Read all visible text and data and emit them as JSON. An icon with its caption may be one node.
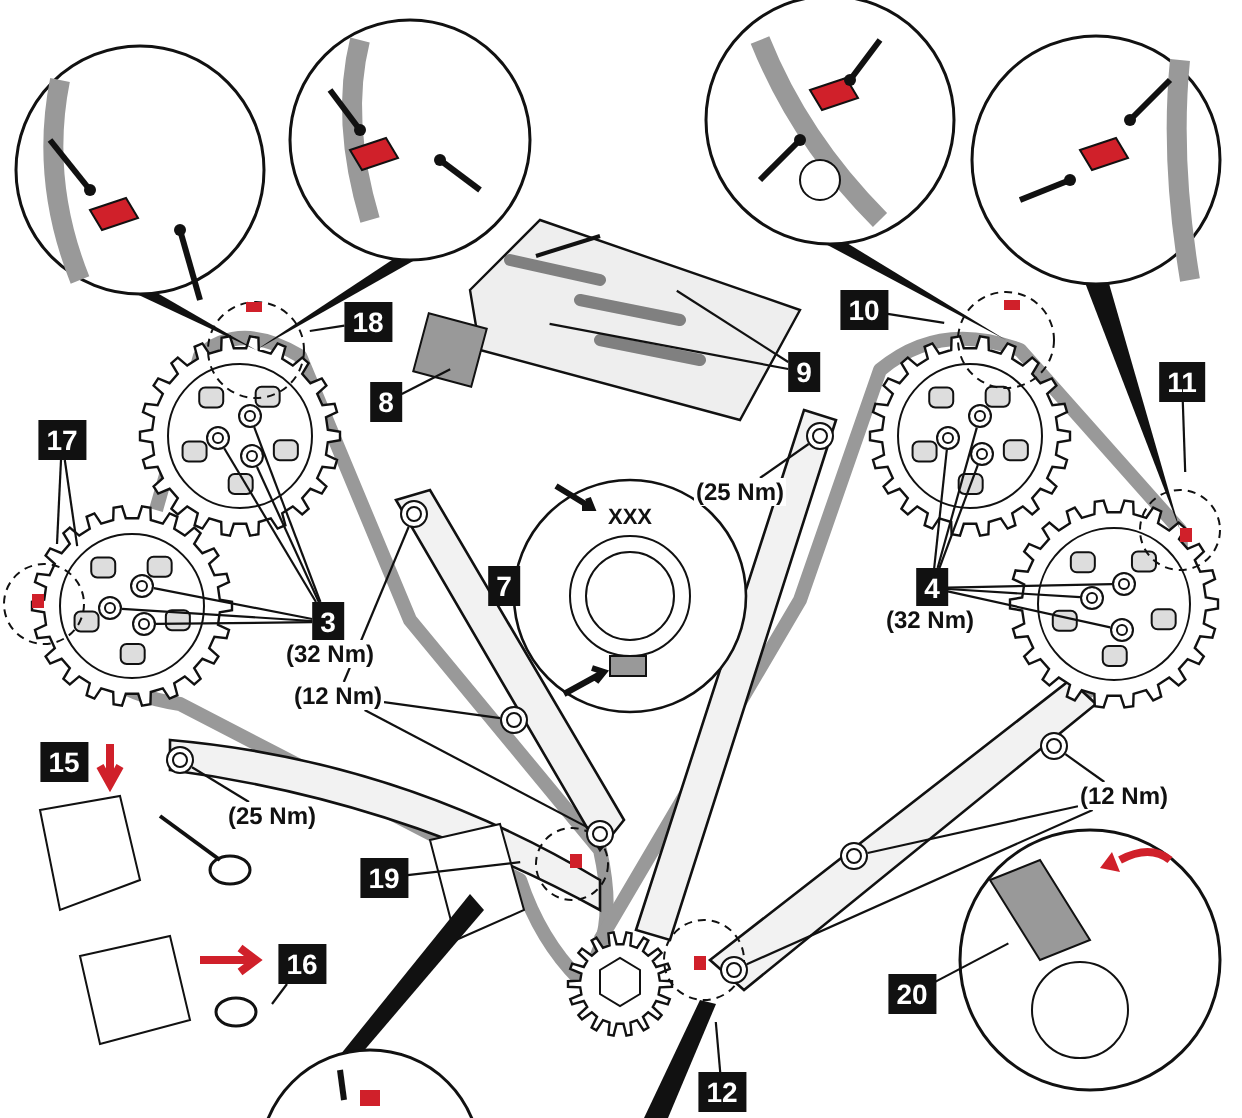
{
  "diagram": {
    "nodes": [
      {
        "text": [
          "18"
        ]
      },
      {
        "text": [
          "8"
        ]
      },
      {
        "text": [
          "9"
        ]
      },
      {
        "text": [
          "10"
        ]
      },
      {
        "text": [
          "11"
        ]
      },
      {
        "text": [
          "17"
        ]
      },
      {
        "text": [
          "3"
        ]
      },
      {
        "text": [
          "(12 Nm)"
        ]
      },
      {
        "text": [
          "(25 Nm)"
        ]
      },
      {
        "text": [
          "4"
        ]
      },
      {
        "text": [
          "(12 Nm)"
        ]
      },
      {
        "text": [
          "(25 Nm)"
        ]
      },
      {
        "text": [
          "19"
        ]
      },
      {
        "text": [
          "16"
        ]
      },
      {
        "text": [
          "20"
        ]
      },
      {
        "text": [
          "12"
        ]
      },
      {
        "text": [
          "7"
        ]
      },
      {
        "text": [
          "15"
        ]
      },
      {
        "text": [
          "(32 Nm)"
        ]
      },
      {
        "text": [
          "(32 Nm)"
        ]
      },
      {
        "text": [],
        "shape": "circle"
      },
      {
        "text": [],
        "shape": "circle"
      },
      {
        "text": [],
        "shape": "circle"
      },
      {
        "text": [],
        "shape": "circle"
      },
      {
        "text": [],
        "shape": "circle"
      },
      {
        "text": [],
        "shape": "circle"
      },
      {
        "text": [],
        "shape": "circle"
      },
      {
        "text": [],
        "shape": "circle"
      },
      {
        "text": [],
        "shape": "circle"
      },
      {
        "text": [],
        "shape": "circle"
      },
      {
        "text": [],
        "shape": "circle"
      },
      {
        "text": [],
        "shape": "circle"
      },
      {
        "text": [],
        "shape": "circle"
      },
      {
        "text": [],
        "shape": "circle"
      },
      {
        "text": [],
        "shape": "circle"
      },
      {
        "text": [],
        "shape": "circle"
      },
      {
        "text": [],
        "shape": "circle"
      },
      {
        "text": [],
        "shape": "circle"
      },
      {
        "text": [],
        "shape": "circle"
      },
      {
        "text": [],
        "shape": "circle"
      }
    ],
    "edges": [
      {
        "from": 0,
        "to": null,
        "arrow": "none"
      },
      {
        "from": 1,
        "to": null,
        "arrow": "none"
      },
      {
        "from": 2,
        "to": null,
        "arrow": "none"
      },
      {
        "from": 2,
        "to": null,
        "arrow": "none"
      },
      {
        "from": 3,
        "to": null,
        "arrow": "none"
      },
      {
        "from": 4,
        "to": null,
        "arrow": "none"
      },
      {
        "from": 5,
        "to": null,
        "arrow": "none"
      },
      {
        "from": 5,
        "to": null,
        "arrow": "none"
      },
      {
        "from": 6,
        "to": 20,
        "arrow": "none"
      },
      {
        "from": 6,
        "to": 21,
        "arrow": "none"
      },
      {
        "from": 6,
        "to": 22,
        "arrow": "none"
      },
      {
        "from": 6,
        "to": 23,
        "arrow": "none"
      },
      {
        "from": 6,
        "to": 24,
        "arrow": "none"
      },
      {
        "from": 6,
        "to": 25,
        "arrow": "none"
      },
      {
        "from": 7,
        "to": 26,
        "arrow": "none"
      },
      {
        "from": 7,
        "to": 27,
        "arrow": "none"
      },
      {
        "from": 7,
        "to": 28,
        "arrow": "none"
      },
      {
        "from": 8,
        "to": 29,
        "arrow": "none"
      },
      {
        "from": 9,
        "to": 30,
        "arrow": "none"
      },
      {
        "from": 9,
        "to": 31,
        "arrow": "none"
      },
      {
        "from": 9,
        "to": 32,
        "arrow": "none"
      },
      {
        "from": 9,
        "to": 33,
        "arrow": "none"
      },
      {
        "from": 9,
        "to": 34,
        "arrow": "none"
      },
      {
        "from": 9,
        "to": 35,
        "arrow": "none"
      },
      {
        "from": 10,
        "to": 36,
        "arrow": "none"
      },
      {
        "from": 10,
        "to": 37,
        "arrow": "none"
      },
      {
        "from": 10,
        "to": 38,
        "arrow": "none"
      },
      {
        "from": 11,
        "to": 39,
        "arrow": "none"
      },
      {
        "from": 12,
        "to": null,
        "arrow": "none"
      },
      {
        "from": 13,
        "to": null,
        "arrow": "none"
      },
      {
        "from": 14,
        "to": null,
        "arrow": "none"
      },
      {
        "from": 15,
        "to": null,
        "arrow": "none"
      }
    ],
    "labels": [
      "XXX"
    ]
  }
}
